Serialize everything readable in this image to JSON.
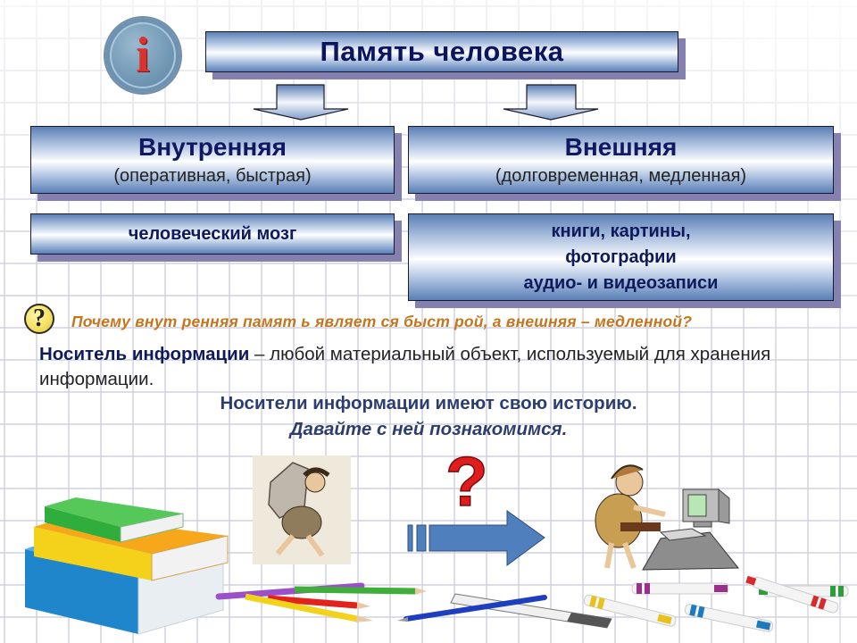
{
  "header": {
    "title": "Память человека",
    "info_icon_glyph": "i"
  },
  "left_branch": {
    "title": "Внутренняя",
    "subtitle": "(оперативная, быстрая)",
    "examples": [
      "человеческий мозг"
    ]
  },
  "right_branch": {
    "title": "Внешняя",
    "subtitle": "(долговременная, медленная)",
    "examples": [
      "книги, картины,",
      "фотографии",
      "аудио- и видеозаписи"
    ]
  },
  "question": {
    "icon_glyph": "?",
    "text": "Почему внут ренняя памят ь являет ся быст рой, а внешняя – медленной?"
  },
  "definition": {
    "term": "Носитель информации",
    "body": " – любой материальный объект, используемый для хранения информации."
  },
  "history_line": "Носители информации имеют свою историю.",
  "invite_line": "Давайте с ней познакомимся.",
  "illustrations": {
    "question_mark": "?",
    "books": "books-stack",
    "caveman_stone": "caveman-carrying-stone-tablet",
    "caveman_computer": "caveman-at-computer",
    "arrow": "blue-right-arrow"
  },
  "colors": {
    "box_border": "#1a1a2e",
    "box_shadow": "#8481b0",
    "title_text": "#0b155e",
    "question_text": "#c4761e",
    "arrow_blue": "#4f7fbd",
    "red_question": "#e01d1d"
  }
}
